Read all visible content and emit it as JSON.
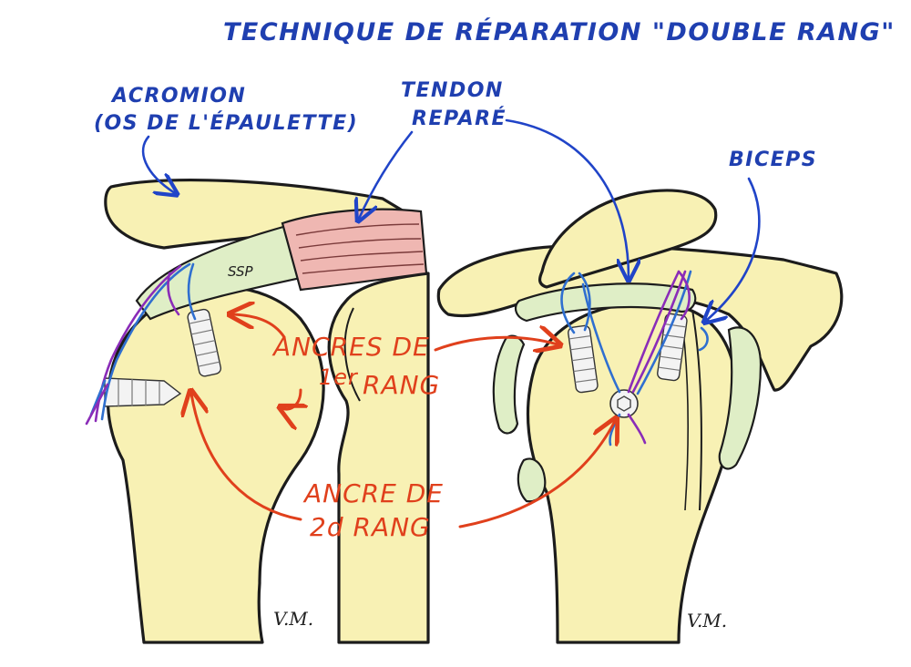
{
  "title": "TECHNIQUE DE RÉPARATION \"DOUBLE RANG\"",
  "labels": {
    "acromion_line1": "ACROMION",
    "acromion_line2": "(OS DE L'ÉPAULETTE)",
    "tendon_line1": "TENDON",
    "tendon_line2": "REPARÉ",
    "biceps": "BICEPS",
    "ssp": "SSP",
    "first_row_line1": "ANCRES DE",
    "first_row_line2": "1er",
    "first_row_line3": "RANG",
    "second_row_line1": "ANCRE DE",
    "second_row_line2": "2d RANG"
  },
  "signatures": [
    "V.M.",
    "V.M."
  ],
  "colors": {
    "bone": "#f8f1b4",
    "tendon": "#dfeec6",
    "muscle": "#efb7b2",
    "label_blue": "#1f3fb0",
    "label_red": "#e0401c",
    "suture_blue": "#2f6fd0",
    "suture_purple": "#8a2cb8"
  }
}
